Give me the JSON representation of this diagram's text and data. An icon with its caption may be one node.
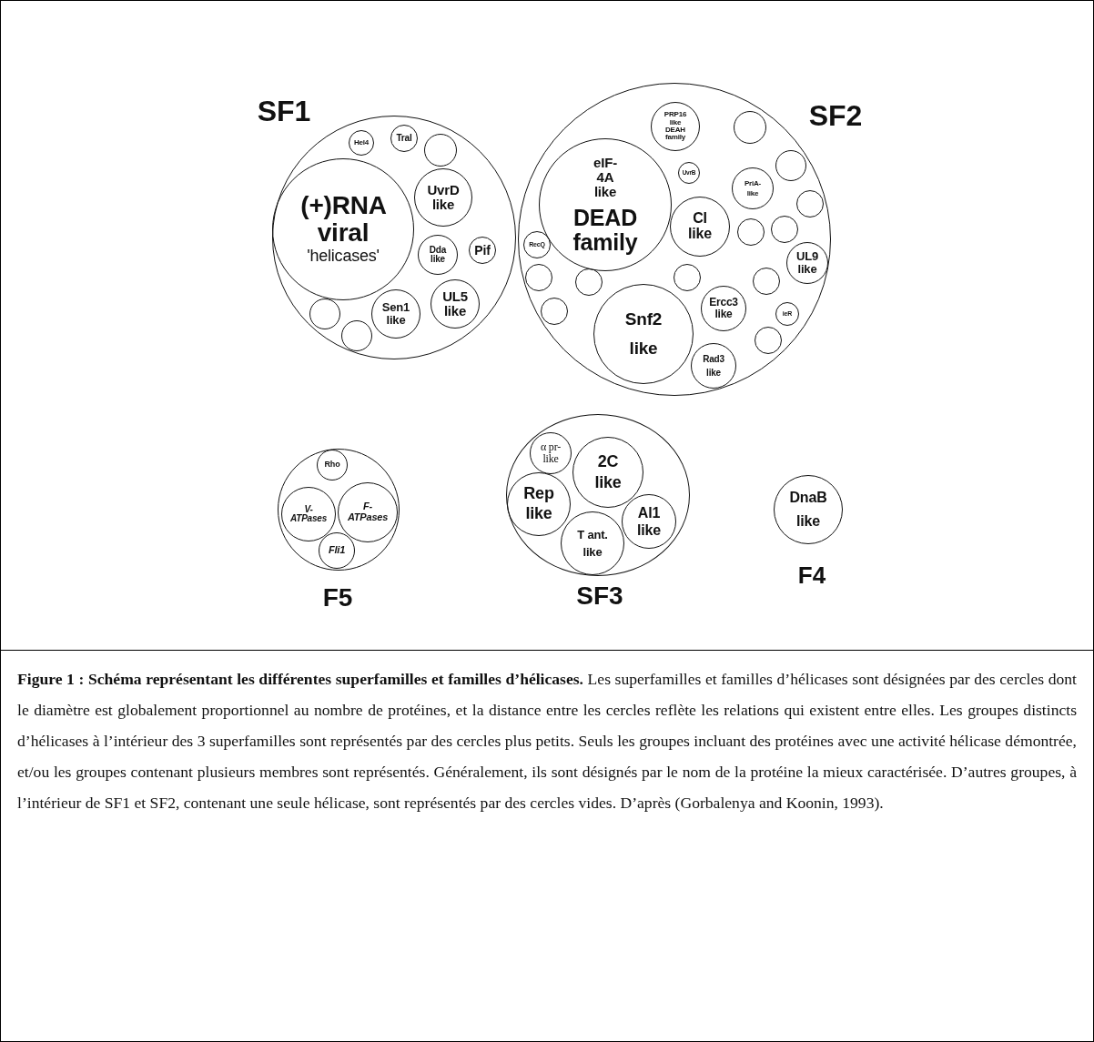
{
  "diagram": {
    "nodes": [
      {
        "text": [
          "SF1"
        ]
      },
      {
        "text": [
          "(+)RNA viral",
          "'helicases'"
        ],
        "in": 0
      },
      {
        "text": [
          "Hel4"
        ],
        "in": 0
      },
      {
        "text": [
          "Tral"
        ],
        "in": 0
      },
      {
        "text": [],
        "shape": "circle",
        "in": 0
      },
      {
        "text": [
          "UvrD like"
        ],
        "in": 0
      },
      {
        "text": [
          "Dda like"
        ],
        "in": 0
      },
      {
        "text": [
          "Pif"
        ],
        "in": 0
      },
      {
        "text": [],
        "shape": "circle",
        "in": 0
      },
      {
        "text": [],
        "shape": "circle",
        "in": 0
      },
      {
        "text": [
          "Sen1 like"
        ],
        "in": 0
      },
      {
        "text": [
          "UL5 like"
        ],
        "in": 0
      },
      {
        "text": [
          "SF2"
        ]
      },
      {
        "text": [
          "PRP16 like DEAH family"
        ],
        "in": 12
      },
      {
        "text": [],
        "shape": "circle",
        "in": 12
      },
      {
        "text": [
          "eIF-4A like",
          "DEAD family"
        ],
        "in": 12
      },
      {
        "text": [],
        "shape": "circle",
        "in": 12
      },
      {
        "text": [
          "UvrB"
        ],
        "in": 12
      },
      {
        "text": [
          "PriA- like"
        ],
        "in": 12
      },
      {
        "text": [],
        "shape": "circle",
        "in": 12
      },
      {
        "text": [
          "CI like"
        ],
        "in": 12
      },
      {
        "text": [],
        "shape": "circle",
        "in": 12
      },
      {
        "text": [],
        "shape": "circle",
        "in": 12
      },
      {
        "text": [
          "RecQ"
        ],
        "in": 12
      },
      {
        "text": [
          "UL9 like"
        ],
        "in": 12
      },
      {
        "text": [],
        "shape": "circle",
        "in": 12
      },
      {
        "text": [],
        "shape": "circle",
        "in": 12
      },
      {
        "text": [],
        "shape": "circle",
        "in": 12
      },
      {
        "text": [],
        "shape": "circle",
        "in": 12
      },
      {
        "text": [
          "Ercc3 like"
        ],
        "in": 12
      },
      {
        "text": [],
        "shape": "circle",
        "in": 12
      },
      {
        "text": [
          "ieR"
        ],
        "in": 12
      },
      {
        "text": [
          "Snf2 like"
        ],
        "in": 12
      },
      {
        "text": [],
        "shape": "circle",
        "in": 12
      },
      {
        "text": [
          "Rad3 like"
        ],
        "in": 12
      },
      {
        "text": [
          "F5"
        ]
      },
      {
        "text": [
          "Rho"
        ],
        "in": 35
      },
      {
        "text": [
          "V- ATPases"
        ],
        "in": 35
      },
      {
        "text": [
          "F- ATPases"
        ],
        "in": 35
      },
      {
        "text": [
          "Fli1"
        ],
        "in": 35
      },
      {
        "text": [
          "SF3"
        ]
      },
      {
        "text": [
          "α pr- like"
        ],
        "in": 40
      },
      {
        "text": [
          "2C like"
        ],
        "in": 40
      },
      {
        "text": [
          "Rep like"
        ],
        "in": 40
      },
      {
        "text": [
          "Al1 like"
        ],
        "in": 40
      },
      {
        "text": [
          "T ant. like"
        ],
        "in": 40
      },
      {
        "text": [
          "DnaB like",
          "F4"
        ]
      }
    ],
    "caption": "**Figure 1 : Schéma représentant les différentes superfamilles et familles d’hélicases.** Les superfamilles et familles d’hélicases sont désignées par des cercles dont le diamètre est globalement proportionnel au nombre de protéines, et la distance entre les cercles reflète les relations qui existent entre elles. Les groupes distincts d’hélicases à l’intérieur des 3 superfamilles sont représentés par des cercles plus petits. Seuls les groupes incluant des protéines avec une activité hélicase démontrée, et/ou les groupes contenant plusieurs membres sont représentés. Généralement, ils sont désignés par le nom de la protéine la mieux caractérisée. D’autres groupes, à l’intérieur de SF1 et SF2, contenant une seule hélicase, sont représentés par des cercles vides. D’après (Gorbalenya and Koonin, 1993)."
  }
}
